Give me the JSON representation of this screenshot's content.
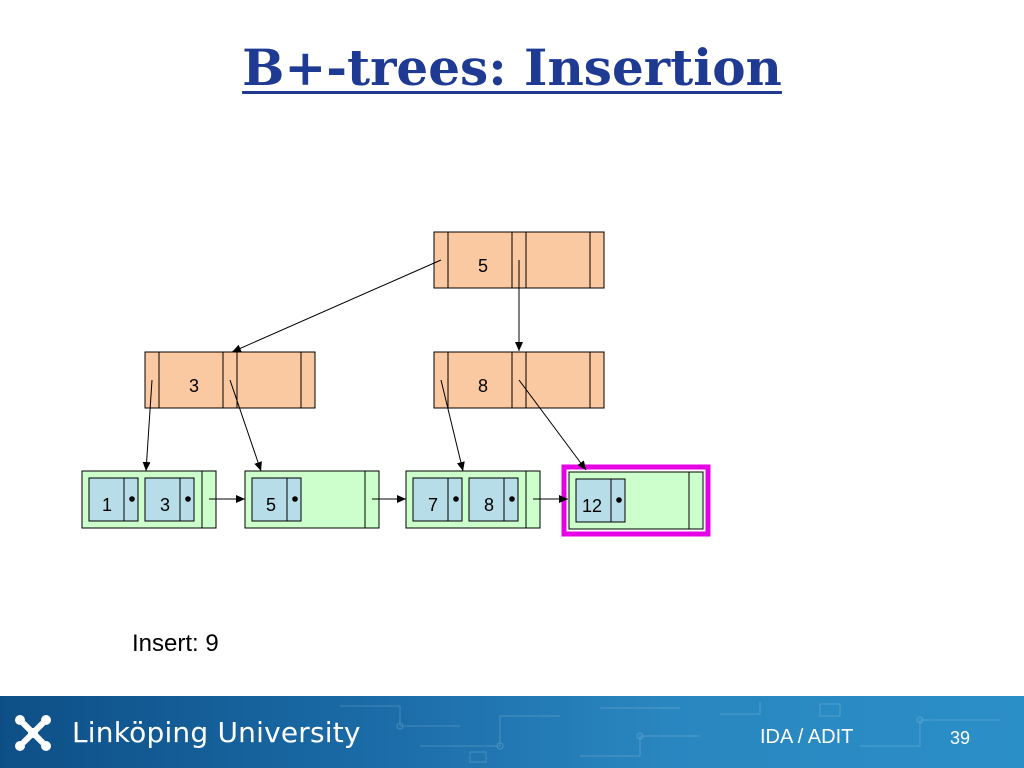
{
  "slide": {
    "title": "B+-trees: Insertion",
    "insert_label": "Insert: 9"
  },
  "tree": {
    "root": {
      "keys": [
        "5"
      ]
    },
    "internal_left": {
      "keys": [
        "3"
      ]
    },
    "internal_right": {
      "keys": [
        "8"
      ]
    },
    "leaves": [
      {
        "keys": [
          "1",
          "3"
        ]
      },
      {
        "keys": [
          "5"
        ]
      },
      {
        "keys": [
          "7",
          "8"
        ]
      },
      {
        "keys": [
          "12"
        ],
        "highlighted": true
      }
    ]
  },
  "colors": {
    "title": "#1f3a93",
    "internal_fill": "#fac9a1",
    "leaf_fill": "#ccffcc",
    "key_cell_fill": "#b7dde8",
    "highlight": "#e600e6"
  },
  "footer": {
    "university": "Linköping University",
    "department": "IDA / ADIT",
    "page_number": "39",
    "logo_icon": "linkoping-university-logo-icon"
  }
}
